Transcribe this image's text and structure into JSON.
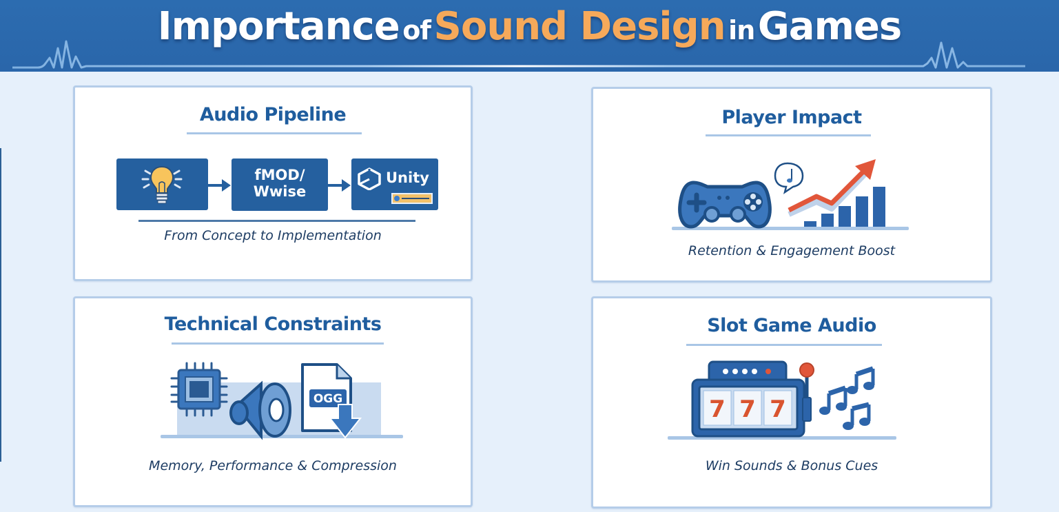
{
  "header": {
    "title_part1": "Importance",
    "title_part2": "of",
    "title_part3": "Sound Design",
    "title_part4": "in",
    "title_part5": "Games",
    "background_color": "#2c6cb0",
    "accent_color": "#f6a95a"
  },
  "cards": [
    {
      "title": "Audio Pipeline",
      "caption": "From Concept to Implementation",
      "pipeline": [
        {
          "icon": "lightbulb-icon",
          "label": ""
        },
        {
          "icon": "fmod-logo-icon",
          "label_line1": "fMOD/",
          "label_line2": "Wwise"
        },
        {
          "icon": "unity-logo-icon",
          "label": "Unity"
        }
      ]
    },
    {
      "title": "Player Impact",
      "caption": "Retention & Engagement Boost",
      "icons": [
        "gamepad-icon",
        "music-note-speech-bubble-icon",
        "growth-chart-icon"
      ]
    },
    {
      "title": "Technical Constraints",
      "caption": "Memory, Performance & Compression",
      "icons": [
        "cpu-chip-icon",
        "speaker-icon",
        "ogg-file-download-icon"
      ],
      "file_label": "OGG"
    },
    {
      "title": "Slot Game Audio",
      "caption": "Win Sounds & Bonus Cues",
      "icons": [
        "slot-machine-icon",
        "music-notes-icon"
      ],
      "reel_symbols": [
        "7",
        "7",
        "7"
      ]
    }
  ],
  "colors": {
    "primary_blue": "#25609f",
    "title_blue": "#1f5d9e",
    "card_border": "#b5cde9",
    "page_bg": "#e6f0fb",
    "chart_arrow": "#e1563a"
  }
}
